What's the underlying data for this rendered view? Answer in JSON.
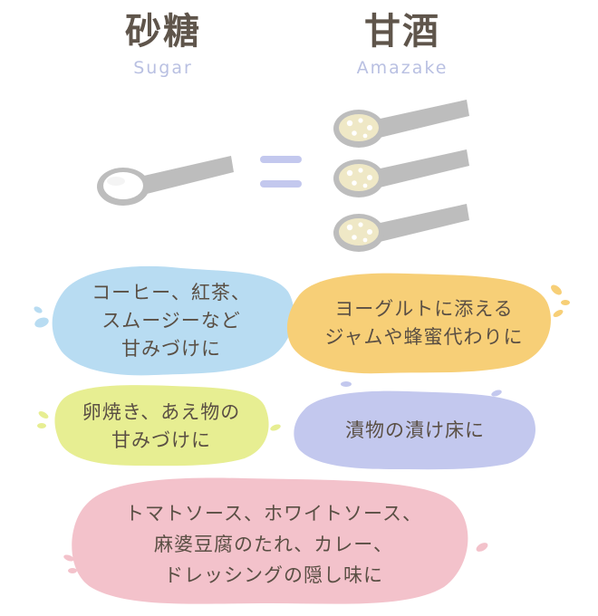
{
  "header": {
    "left_title": "砂糖",
    "left_subtitle": "Sugar",
    "right_title": "甘酒",
    "right_subtitle": "Amazake"
  },
  "equation": {
    "sugar_spoons": 1,
    "amazake_spoons": 3
  },
  "bubbles": {
    "coffee": [
      "コーヒー、紅茶、",
      "スムージーなど",
      "甘みづけに"
    ],
    "yogurt": [
      "ヨーグルトに添える",
      "ジャムや蜂蜜代わりに"
    ],
    "egg": [
      "卵焼き、あえ物の",
      "甘みづけに"
    ],
    "pickles": [
      "漬物の漬け床に"
    ],
    "sauce": [
      "トマトソース、ホワイトソース、",
      "麻婆豆腐のたれ、カレー、",
      "ドレッシングの隠し味に"
    ]
  },
  "colors": {
    "blue": "#b8dcf2",
    "orange": "#f7cf77",
    "green": "#e7ee92",
    "purple": "#c3c8ee",
    "pink": "#f3c2cb",
    "spoon": "#bdbdbd",
    "spoon_dark": "#9a9a9a",
    "amazake": "#efe8c6",
    "equals": "#c3c8ee"
  }
}
